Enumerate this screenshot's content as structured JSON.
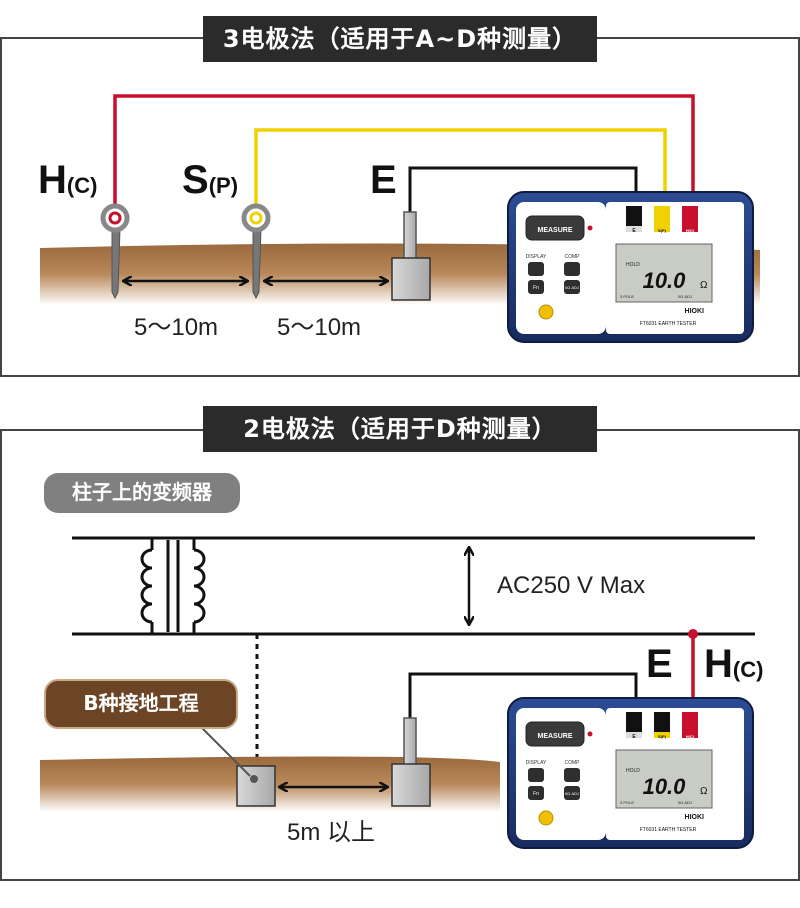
{
  "panel1": {
    "title": "3电极法（适用于A~D种测量）",
    "label_h": "H",
    "label_h_sub": "(C)",
    "label_s": "S",
    "label_s_sub": "(P)",
    "label_e": "E",
    "distance_1": "5～10m",
    "distance_2": "5～10m"
  },
  "panel2": {
    "title": "2电极法（适用于D种测量）",
    "transformer_label": "柱子上的变频器",
    "voltage_label": "AC250 V Max",
    "label_e": "E",
    "label_h": "H",
    "label_h_sub": "(C)",
    "b_ground_label": "B种接地工程",
    "distance": "5m 以上"
  },
  "tester": {
    "measure_button": "MEASURE",
    "display_button": "DISPLAY",
    "comp_button": "COMP",
    "fn_button": "Fn",
    "zero_adj_button": "0Ω ADJ",
    "reading": "10.0",
    "unit": "Ω",
    "brand": "HIOKI",
    "model": "FT6031 EARTH TESTER",
    "terminal_e": "E",
    "terminal_s": "S(P)",
    "terminal_h": "H(C)",
    "hold": "HOLD",
    "mode": "3 POLE",
    "zero_adj_indicator": "0Ω ADJ"
  },
  "colors": {
    "red_wire": "#c8102e",
    "yellow_wire": "#f0d000",
    "black_wire": "#111111",
    "soil": "#a87848",
    "tester_blue": "#1f3a78",
    "tag_gray": "#808080",
    "tag_brown": "#6b4525"
  }
}
